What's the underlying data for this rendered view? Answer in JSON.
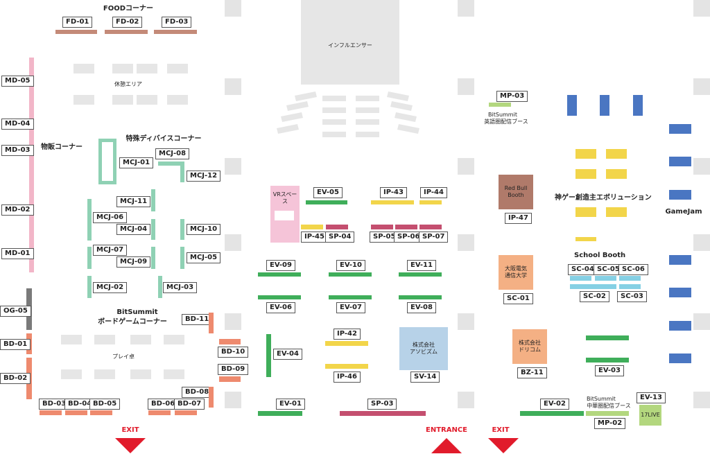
{
  "colors": {
    "food": "#c48a78",
    "merch": "#f2b6c8",
    "device": "#8fd1b4",
    "boardgame": "#ee8a6e",
    "og": "#7a7a7a",
    "ev": "#3fae5a",
    "ip": "#f2d54a",
    "sp": "#c44f6f",
    "sc": "#85d0e4",
    "gamejam": "#4a76c2",
    "mp": "#b3d77e",
    "exit": "#e11b2b",
    "orange_booth": "#f4b084",
    "blue_booth": "#b7d2e8",
    "redbull": "#b07a6a",
    "vr": "#f5c4d8",
    "pillar": "#e4e4e4"
  },
  "titles": {
    "food": "FOODコーナー",
    "merch": "物販コーナー",
    "device": "特殊ディバイスコーナー",
    "boardgame_1": "BitSummit",
    "boardgame_2": "ボードゲームコーナー",
    "kamige": "神ゲー創造主エボリューション",
    "school": "School Booth",
    "gamejam": "GameJam"
  },
  "texts": {
    "rest_area": "休憩エリア",
    "play_table": "プレイ卓",
    "influencer": "インフルエンサー",
    "vr_space": "VRスペース",
    "mp03_line1": "BitSummit",
    "mp03_line2": "英語圏配信ブース",
    "mp02_line1": "BitSummit",
    "mp02_line2": "中華圏配信ブース",
    "redbull_line1": "Red Bull",
    "redbull_line2": "Booth",
    "osaka_line1": "大阪電気",
    "osaka_line2": "通信大学",
    "apolisism_line1": "株式会社",
    "apolisism_line2": "アソビズム",
    "drecom_line1": "株式会社",
    "drecom_line2": "ドリコム",
    "live17": "17LIVE",
    "exit_left": "EXIT",
    "entrance": "ENTRANCE",
    "exit_right": "EXIT"
  },
  "labels": {
    "fd01": "FD-01",
    "fd02": "FD-02",
    "fd03": "FD-03",
    "md05": "MD-05",
    "md04": "MD-04",
    "md03": "MD-03",
    "md02": "MD-02",
    "md01": "MD-01",
    "og05": "OG-05",
    "bd01": "BD-01",
    "bd02": "BD-02",
    "bd03": "BD-03",
    "bd04": "BD-04",
    "bd05": "BD-05",
    "bd06": "BD-06",
    "bd07": "BD-07",
    "bd08": "BD-08",
    "bd09": "BD-09",
    "bd10": "BD-10",
    "bd11": "BD-11",
    "mcj01": "MCJ-01",
    "mcj02": "MCJ-02",
    "mcj03": "MCJ-03",
    "mcj04": "MCJ-04",
    "mcj05": "MCJ-05",
    "mcj06": "MCJ-06",
    "mcj07": "MCJ-07",
    "mcj08": "MCJ-08",
    "mcj09": "MCJ-09",
    "mcj10": "MCJ-10",
    "mcj11": "MCJ-11",
    "mcj12": "MCJ-12",
    "ev01": "EV-01",
    "ev02": "EV-02",
    "ev03": "EV-03",
    "ev04": "EV-04",
    "ev05": "EV-05",
    "ev06": "EV-06",
    "ev07": "EV-07",
    "ev08": "EV-08",
    "ev09": "EV-09",
    "ev10": "EV-10",
    "ev11": "EV-11",
    "ev13": "EV-13",
    "ip42": "IP-42",
    "ip43": "IP-43",
    "ip44": "IP-44",
    "ip45": "IP-45",
    "ip46": "IP-46",
    "ip47": "IP-47",
    "sp03": "SP-03",
    "sp04": "SP-04",
    "sp05": "SP-05",
    "sp06": "SP-06",
    "sp07": "SP-07",
    "sv14": "SV-14",
    "bz11": "BZ-11",
    "sc01": "SC-01",
    "sc02": "SC-02",
    "sc03": "SC-03",
    "sc04": "SC-04",
    "sc05": "SC-05",
    "sc06": "SC-06",
    "mp02": "MP-02",
    "mp03": "MP-03"
  }
}
